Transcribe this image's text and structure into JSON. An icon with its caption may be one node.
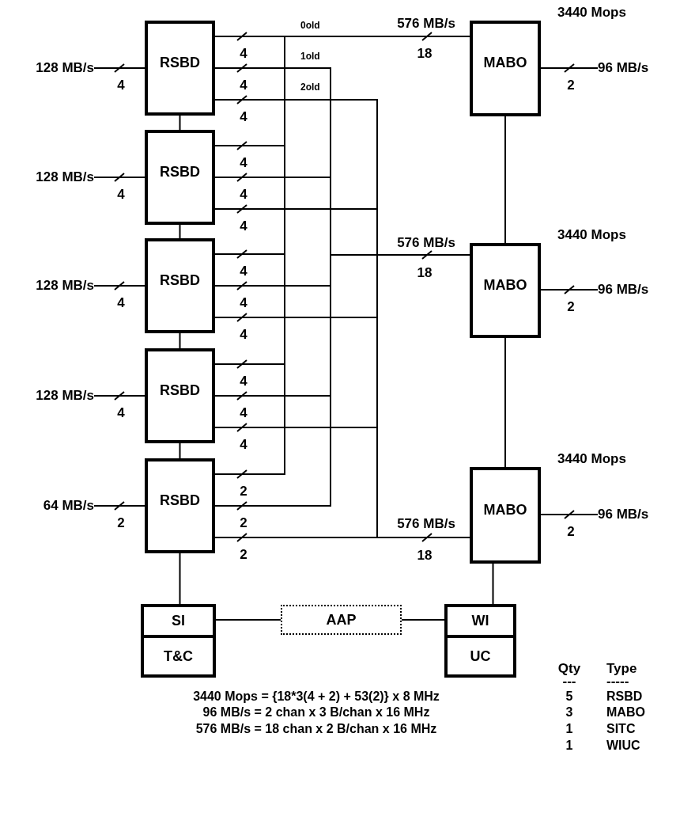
{
  "diagram": {
    "nodes": [
      {
        "text": [
          "RSBD"
        ]
      },
      {
        "text": [
          "RSBD"
        ]
      },
      {
        "text": [
          "RSBD"
        ]
      },
      {
        "text": [
          "RSBD"
        ]
      },
      {
        "text": [
          "RSBD"
        ]
      },
      {
        "text": [
          "MABO"
        ],
        "beside": [
          "3440 Mops"
        ]
      },
      {
        "text": [
          "MABO"
        ],
        "beside": [
          "3440 Mops"
        ]
      },
      {
        "text": [
          "MABO"
        ],
        "beside": [
          "3440 Mops"
        ]
      },
      {
        "text": [
          "SI"
        ]
      },
      {
        "text": [
          "T&C"
        ]
      },
      {
        "text": [
          "AAP"
        ]
      },
      {
        "text": [
          "WI"
        ]
      },
      {
        "text": [
          "UC"
        ]
      },
      {
        "text": [
          "128 MB/s"
        ]
      },
      {
        "text": [
          "128 MB/s"
        ]
      },
      {
        "text": [
          "128 MB/s"
        ]
      },
      {
        "text": [
          "128 MB/s"
        ]
      },
      {
        "text": [
          "64 MB/s"
        ]
      },
      {
        "text": [
          "96 MB/s"
        ]
      },
      {
        "text": [
          "96 MB/s"
        ]
      },
      {
        "text": [
          "96 MB/s"
        ]
      }
    ],
    "edges": [
      {
        "from": 0,
        "to": 5,
        "arrow": "none",
        "label": "4"
      },
      {
        "from": 0,
        "to": 6,
        "arrow": "none",
        "label": "4"
      },
      {
        "from": 0,
        "to": 7,
        "arrow": "none",
        "label": "4"
      },
      {
        "from": 1,
        "to": 5,
        "arrow": "none",
        "label": "4"
      },
      {
        "from": 1,
        "to": 6,
        "arrow": "none",
        "label": "4"
      },
      {
        "from": 1,
        "to": 7,
        "arrow": "none",
        "label": "4"
      },
      {
        "from": 2,
        "to": 5,
        "arrow": "none",
        "label": "4"
      },
      {
        "from": 2,
        "to": 6,
        "arrow": "none",
        "label": "4"
      },
      {
        "from": 2,
        "to": 7,
        "arrow": "none",
        "label": "4"
      },
      {
        "from": 3,
        "to": 5,
        "arrow": "none",
        "label": "4"
      },
      {
        "from": 3,
        "to": 6,
        "arrow": "none",
        "label": "4"
      },
      {
        "from": 3,
        "to": 7,
        "arrow": "none",
        "label": "4"
      },
      {
        "from": 4,
        "to": 5,
        "arrow": "none",
        "label": "2"
      },
      {
        "from": 4,
        "to": 6,
        "arrow": "none",
        "label": "2"
      },
      {
        "from": 4,
        "to": 7,
        "arrow": "none",
        "label": "2"
      },
      {
        "from": 13,
        "to": 0,
        "arrow": "none",
        "label": "4"
      },
      {
        "from": 14,
        "to": 1,
        "arrow": "none",
        "label": "4"
      },
      {
        "from": 15,
        "to": 2,
        "arrow": "none",
        "label": "4"
      },
      {
        "from": 16,
        "to": 3,
        "arrow": "none",
        "label": "4"
      },
      {
        "from": 17,
        "to": 4,
        "arrow": "none",
        "label": "2"
      },
      {
        "from": 5,
        "to": 18,
        "arrow": "none",
        "label": "2"
      },
      {
        "from": 6,
        "to": 19,
        "arrow": "none",
        "label": "2"
      },
      {
        "from": 7,
        "to": 20,
        "arrow": "none",
        "label": "2"
      },
      {
        "from": 0,
        "to": 1,
        "arrow": "none"
      },
      {
        "from": 1,
        "to": 2,
        "arrow": "none"
      },
      {
        "from": 2,
        "to": 3,
        "arrow": "none"
      },
      {
        "from": 3,
        "to": 4,
        "arrow": "none"
      },
      {
        "from": 4,
        "to": 8,
        "arrow": "none"
      },
      {
        "from": 8,
        "to": 10,
        "arrow": "none"
      },
      {
        "from": 10,
        "to": 11,
        "arrow": "none"
      },
      {
        "from": 7,
        "to": 11,
        "arrow": "none"
      },
      {
        "from": 5,
        "to": 6,
        "arrow": "none"
      },
      {
        "from": 6,
        "to": 7,
        "arrow": "none"
      }
    ],
    "labels": [
      "0old",
      "576 MB/s",
      "1old",
      "18",
      "2old",
      "576 MB/s",
      "18",
      "576 MB/s",
      "18",
      "Qty",
      "Type",
      "---",
      "-----",
      "3440 Mops = {18*3(4 + 2) + 53(2)} x 8 MHz",
      "96 MB/s = 2 chan x 3 B/chan x 16 MHz",
      "576 MB/s = 18 chan x 2 B/chan x 16 MHz",
      "5",
      "RSBD",
      "3",
      "MABO",
      "1",
      "SITC",
      "1",
      "WIUC"
    ]
  }
}
